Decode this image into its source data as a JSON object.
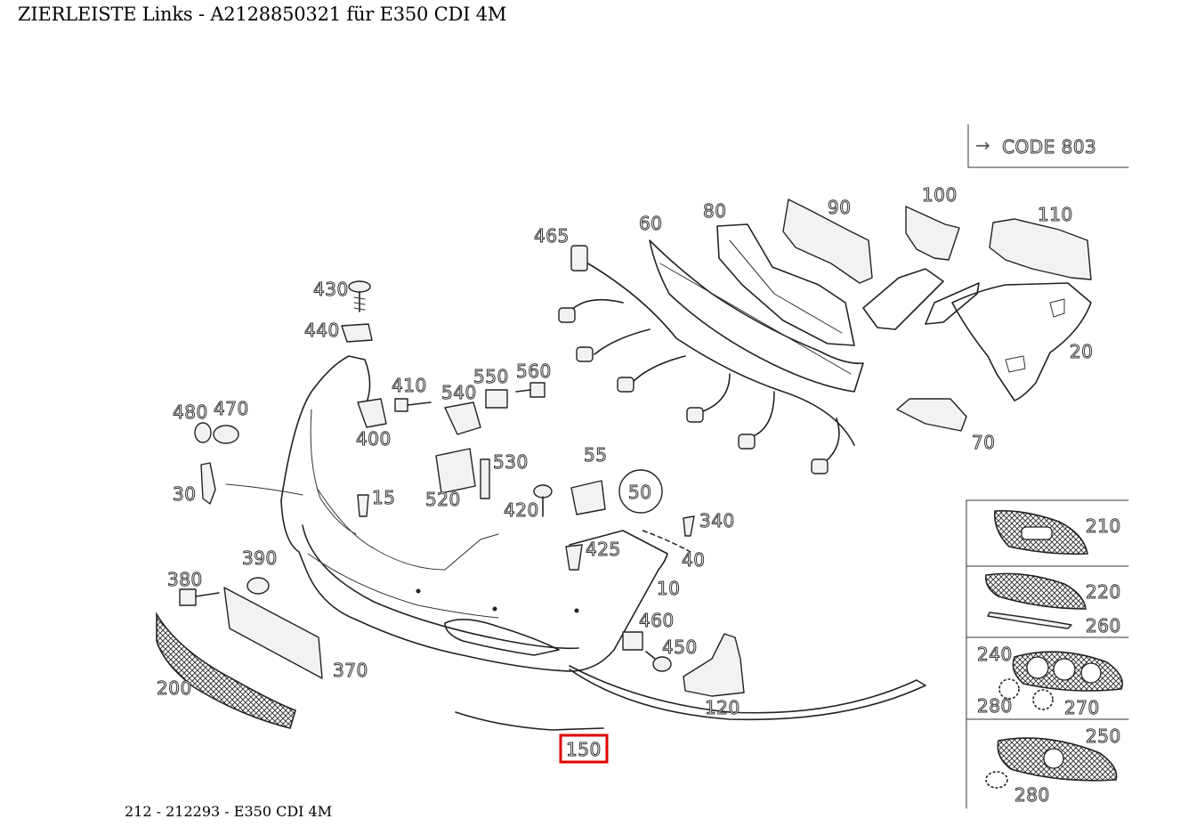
{
  "title": "ZIERLEISTE Links - A2128850321 für E350 CDI 4M",
  "footer": "212 - 212293 - E350 CDI 4M",
  "code_label": "CODE 803",
  "code_arrow": "→",
  "highlight_color": "#e00000",
  "highlighted_part": "150",
  "callouts": {
    "c465": "465",
    "c60": "60",
    "c80": "80",
    "c90": "90",
    "c100": "100",
    "c110": "110",
    "c430": "430",
    "c440": "440",
    "c20": "20",
    "c410": "410",
    "c540": "540",
    "c550": "550",
    "c560": "560",
    "c480": "480",
    "c470": "470",
    "c400": "400",
    "c70": "70",
    "c530": "530",
    "c55": "55",
    "c30": "30",
    "c15": "15",
    "c520": "520",
    "c50": "50",
    "c420": "420",
    "c340": "340",
    "c425": "425",
    "c40": "40",
    "c380": "380",
    "c390": "390",
    "c10": "10",
    "c460": "460",
    "c450": "450",
    "c370": "370",
    "c200": "200",
    "c120": "120",
    "c150": "150",
    "c210": "210",
    "c220": "220",
    "c260": "260",
    "c240": "240",
    "c280a": "280",
    "c270": "270",
    "c250": "250",
    "c280b": "280"
  }
}
